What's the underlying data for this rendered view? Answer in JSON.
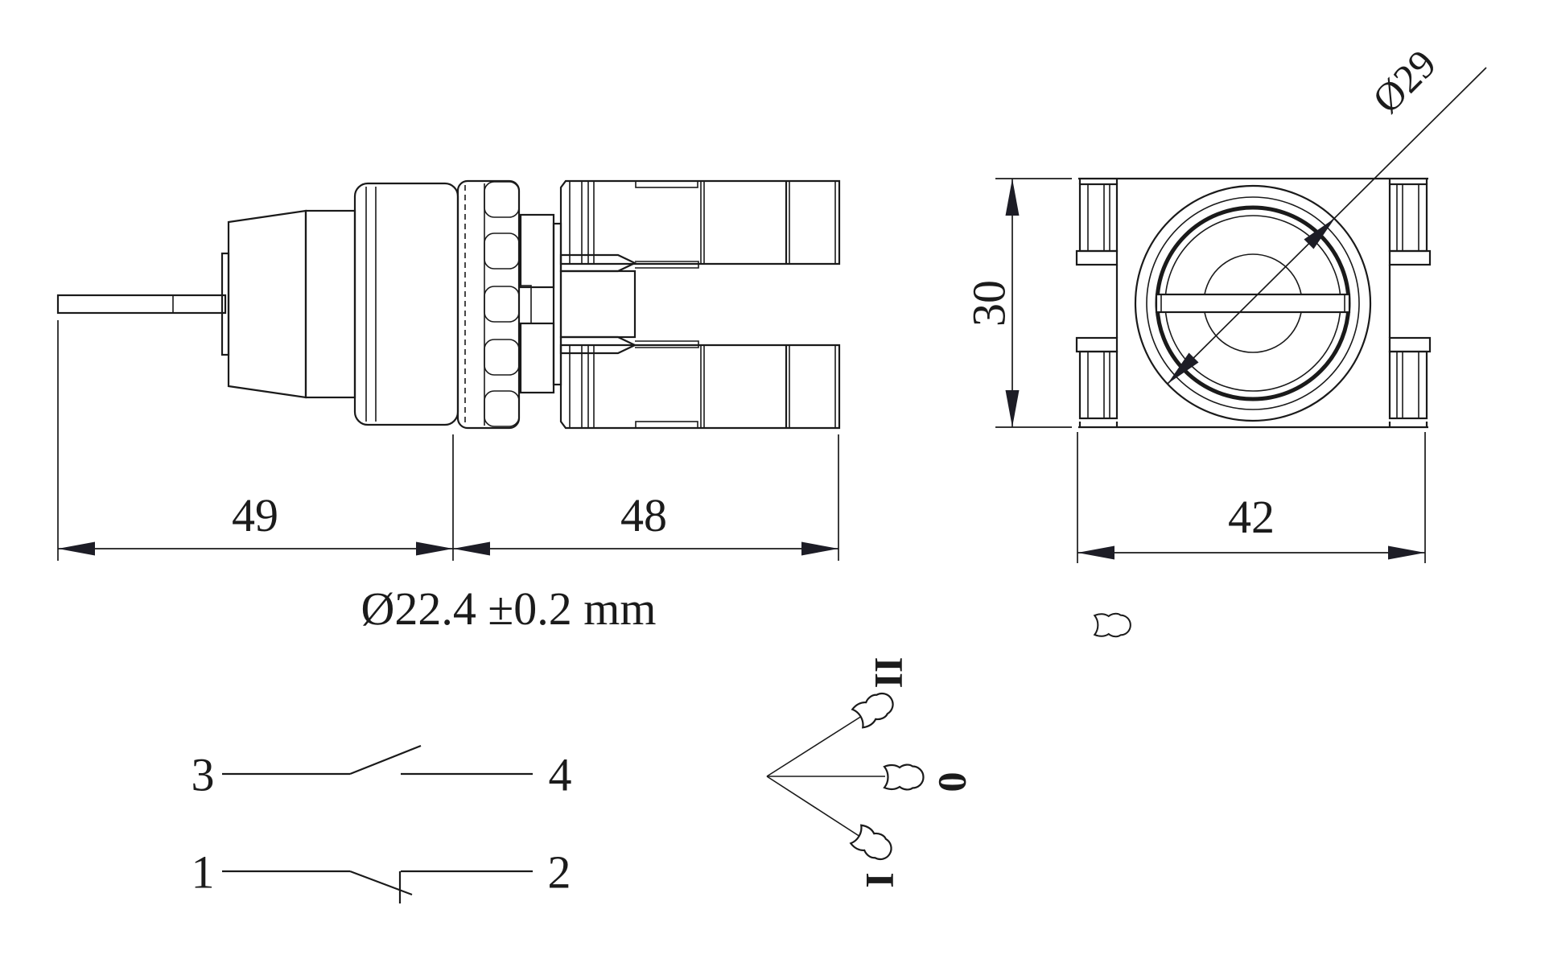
{
  "document": {
    "type": "technical-drawing",
    "subject": "key-operated selector switch, side view, front view, contact and position diagrams",
    "background": "#ffffff",
    "line_color": "#1a1a1a",
    "arrow_color": "#1d1d26"
  },
  "dimensions": {
    "key_length": "49",
    "body_length": "48",
    "front_width": "42",
    "front_height": "30",
    "ring_diameter": "Ø29",
    "panel_cutout": "Ø22.4 ±0.2 mm"
  },
  "contact_diagram": {
    "no_left": "3",
    "no_right": "4",
    "nc_left": "1",
    "nc_right": "2"
  },
  "position_diagram": {
    "top": "II",
    "middle": "0",
    "bottom": "I"
  }
}
